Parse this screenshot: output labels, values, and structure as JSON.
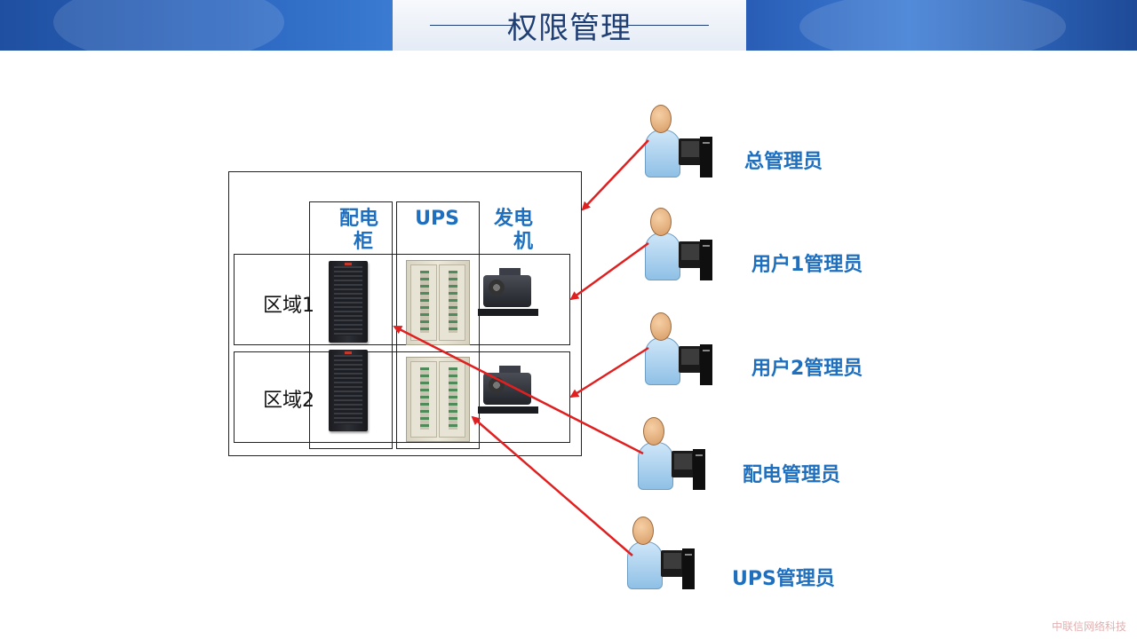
{
  "header": {
    "title": "权限管理"
  },
  "matrix": {
    "columns": [
      {
        "label_line1": "配电",
        "label_line2": "柜"
      },
      {
        "label_line1": "UPS",
        "label_line2": ""
      },
      {
        "label_line1": "发电",
        "label_line2": "机"
      }
    ],
    "rows": [
      "区域1",
      "区域2"
    ]
  },
  "roles": [
    "总管理员",
    "用户1管理员",
    "用户2管理员",
    "配电管理员",
    "UPS管理员"
  ],
  "watermark": "中联信网络科技",
  "colors": {
    "accent": "#1f6fbf",
    "arrow": "#e02020",
    "title": "#1f3f74"
  }
}
